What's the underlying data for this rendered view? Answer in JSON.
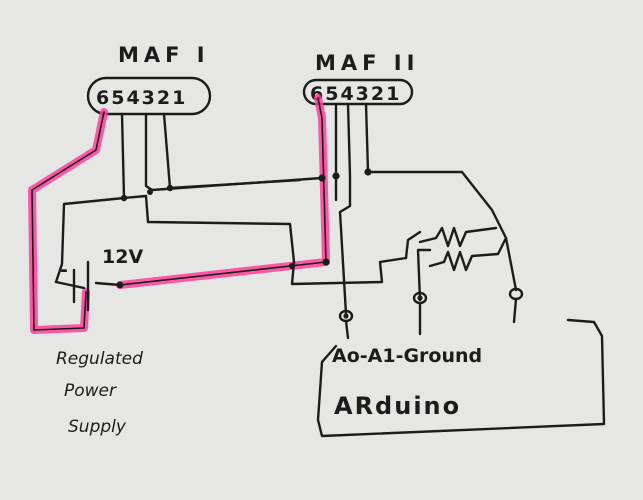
{
  "diagram": {
    "maf1": {
      "title": "MAF I",
      "pins": "654321"
    },
    "maf2": {
      "title": "MAF II",
      "pins": "654321"
    },
    "supply": {
      "voltage": "12V",
      "minus": "-",
      "caption": [
        "Regulated",
        "Power",
        "Supply"
      ]
    },
    "arduino": {
      "name": "ARduino",
      "pins_label": "Ao-A1-Ground"
    }
  },
  "colors": {
    "ink": "#1c1c1c",
    "highlight": "#ff3d9a",
    "paper": "#e6e6e4"
  }
}
